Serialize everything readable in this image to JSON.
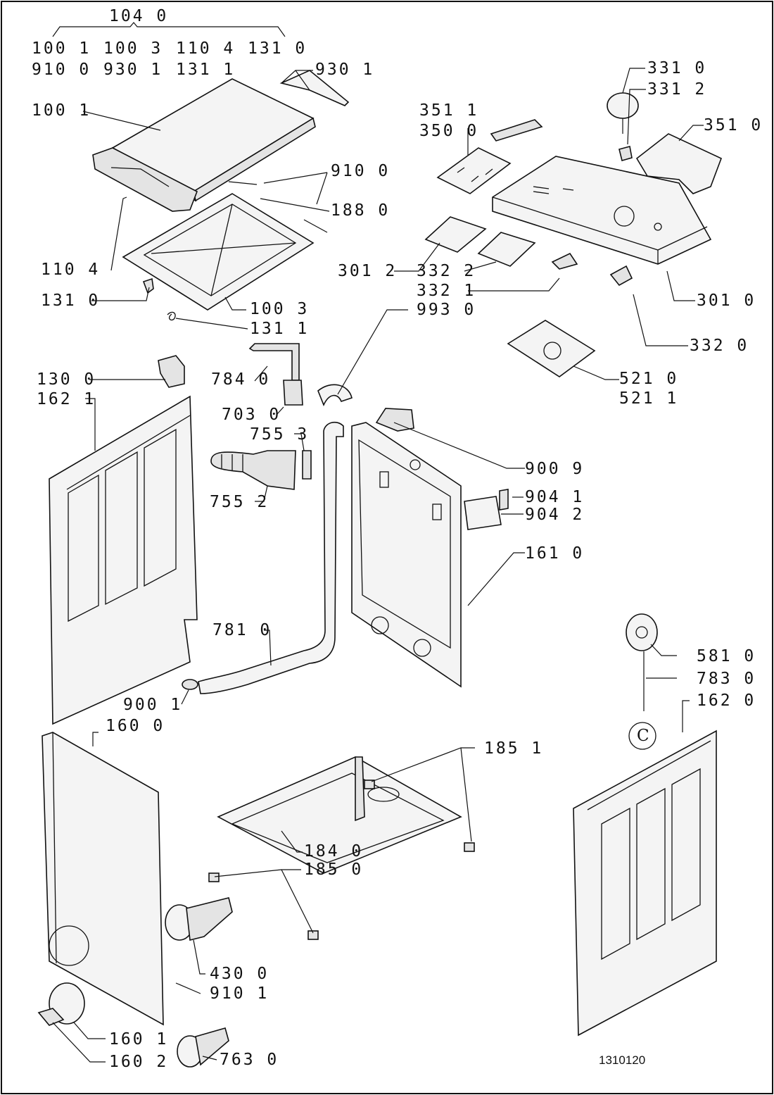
{
  "drawing_code": "1310120",
  "callouts": {
    "c1040": "104 0",
    "c1001_top": "100 1",
    "c1003_top": "100 3",
    "c1104_top": "110 4",
    "c1310_top": "131 0",
    "c9100_top": "910 0",
    "c9301_top": "930 1",
    "c1311_top": "131 1",
    "c9301": "930 1",
    "c1001": "100 1",
    "c9100": "910 0",
    "c1880": "188 0",
    "c1104": "110 4",
    "c1310": "131 0",
    "c1003": "100 3",
    "c1311": "131 1",
    "c3511": "351 1",
    "c3500": "350 0",
    "c3310": "331 0",
    "c3312": "331 2",
    "c3510": "351 0",
    "c3012": "301 2",
    "c3322": "332 2",
    "c3321": "332 1",
    "c9930": "993 0",
    "c3010": "301 0",
    "c3320": "332 0",
    "c5210": "521 0",
    "c5211": "521 1",
    "c1300": "130 0",
    "c1621": "162 1",
    "c7840": "784 0",
    "c7030": "703 0",
    "c7553": "755 3",
    "c7552": "755 2",
    "c9009": "900 9",
    "c9041": "904 1",
    "c9042": "904 2",
    "c1610": "161 0",
    "c7810": "781 0",
    "c9001": "900 1",
    "c1600": "160 0",
    "c5810": "581 0",
    "c7830": "783 0",
    "c1620": "162 0",
    "c1851": "185 1",
    "c1840": "184 0",
    "c1850": "185 0",
    "c4300": "430 0",
    "c9101": "910 1",
    "c1601": "160 1",
    "c1602": "160 2",
    "c7630": "763 0",
    "circle_c": "C"
  }
}
